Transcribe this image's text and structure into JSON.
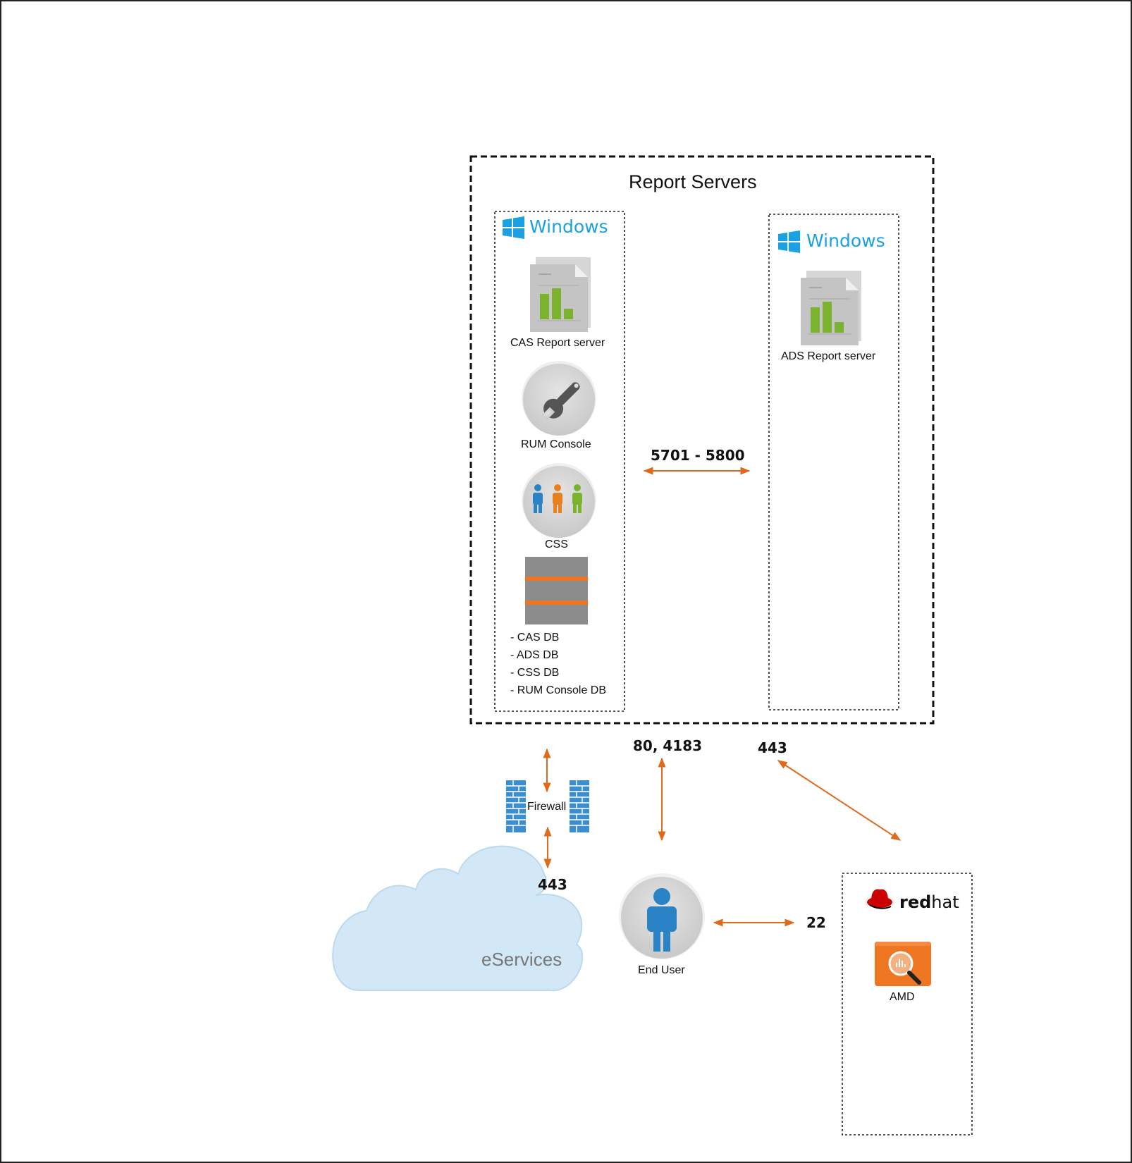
{
  "report_servers": {
    "title": "Report Servers"
  },
  "left_server": {
    "os_label": "Windows",
    "cas_report_label": "CAS Report server",
    "rum_console_label": "RUM Console",
    "css_label": "CSS",
    "databases": [
      "- CAS DB",
      "- ADS DB",
      "- CSS DB",
      "- RUM Console DB"
    ]
  },
  "right_server": {
    "os_label": "Windows",
    "ads_report_label": "ADS Report server"
  },
  "ports": {
    "cluster": "5701 - 5800",
    "end_user_web": "80, 4183",
    "amd_https": "443",
    "eservices_https": "443",
    "ssh": "22"
  },
  "firewall": {
    "label": "Firewall"
  },
  "cloud": {
    "label": "eServices"
  },
  "end_user": {
    "label": "End User"
  },
  "redhat": {
    "brand_bold": "red",
    "brand_light": "hat"
  },
  "amd": {
    "label": "AMD"
  },
  "colors": {
    "arrow": "#e06a1c",
    "windows_blue": "#1aa1e1",
    "chart_green": "#7bb32e",
    "cloud_fill": "#d3e8f6",
    "person_blue": "#2a83c4",
    "person_orange": "#e9801f",
    "amd_orange": "#ee7623",
    "redhat_red": "#cc0000"
  }
}
